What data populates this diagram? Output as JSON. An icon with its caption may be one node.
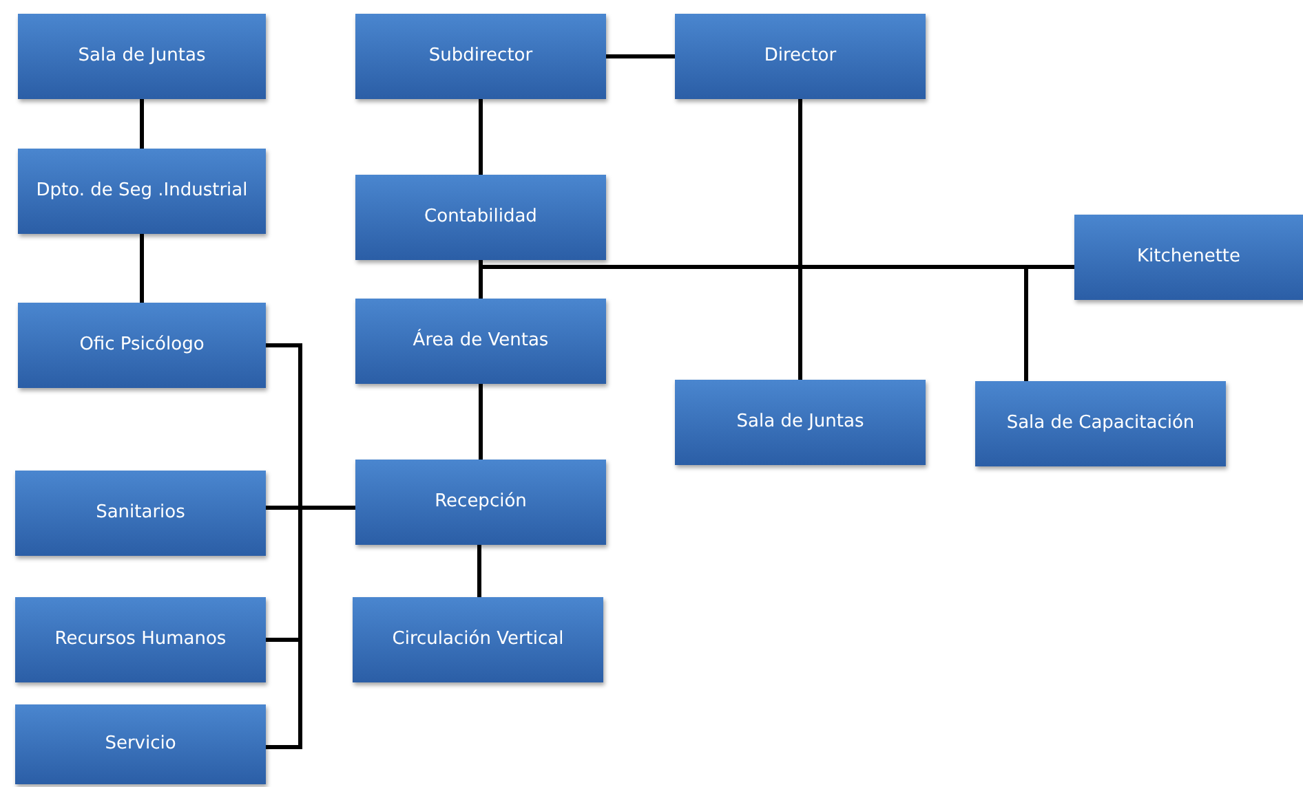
{
  "diagram": {
    "nodes": [
      {
        "text": [
          "Sala de Juntas"
        ]
      },
      {
        "text": [
          "Subdirector"
        ]
      },
      {
        "text": [
          "Director"
        ]
      },
      {
        "text": [
          "Dpto. de Seg .Industrial"
        ]
      },
      {
        "text": [
          "Contabilidad"
        ]
      },
      {
        "text": [
          "Kitchenette"
        ]
      },
      {
        "text": [
          "Ofic Psicólogo"
        ]
      },
      {
        "text": [
          "Área de Ventas"
        ]
      },
      {
        "text": [
          "Sala de Juntas"
        ]
      },
      {
        "text": [
          "Sala de Capacitación"
        ]
      },
      {
        "text": [
          "Sanitarios"
        ]
      },
      {
        "text": [
          "Recepción"
        ]
      },
      {
        "text": [
          "Recursos Humanos"
        ]
      },
      {
        "text": [
          "Circulación Vertical"
        ]
      },
      {
        "text": [
          "Servicio"
        ]
      }
    ],
    "edges": [
      {
        "from": 0,
        "to": 3,
        "arrow": "none"
      },
      {
        "from": 3,
        "to": 6,
        "arrow": "none"
      },
      {
        "from": 1,
        "to": 2,
        "arrow": "none"
      },
      {
        "from": 1,
        "to": 4,
        "arrow": "none"
      },
      {
        "from": 2,
        "to": 8,
        "arrow": "none"
      },
      {
        "from": 4,
        "to": 5,
        "arrow": "none"
      },
      {
        "from": 7,
        "to": 5,
        "arrow": "none"
      },
      {
        "from": 9,
        "to": 5,
        "arrow": "none"
      },
      {
        "from": 7,
        "to": 11,
        "arrow": "none"
      },
      {
        "from": 10,
        "to": 11,
        "arrow": "none"
      },
      {
        "from": 11,
        "to": 13,
        "arrow": "none"
      },
      {
        "from": 6,
        "to": 11,
        "arrow": "none"
      },
      {
        "from": 12,
        "to": 11,
        "arrow": "none"
      },
      {
        "from": 14,
        "to": 11,
        "arrow": "none"
      }
    ]
  }
}
